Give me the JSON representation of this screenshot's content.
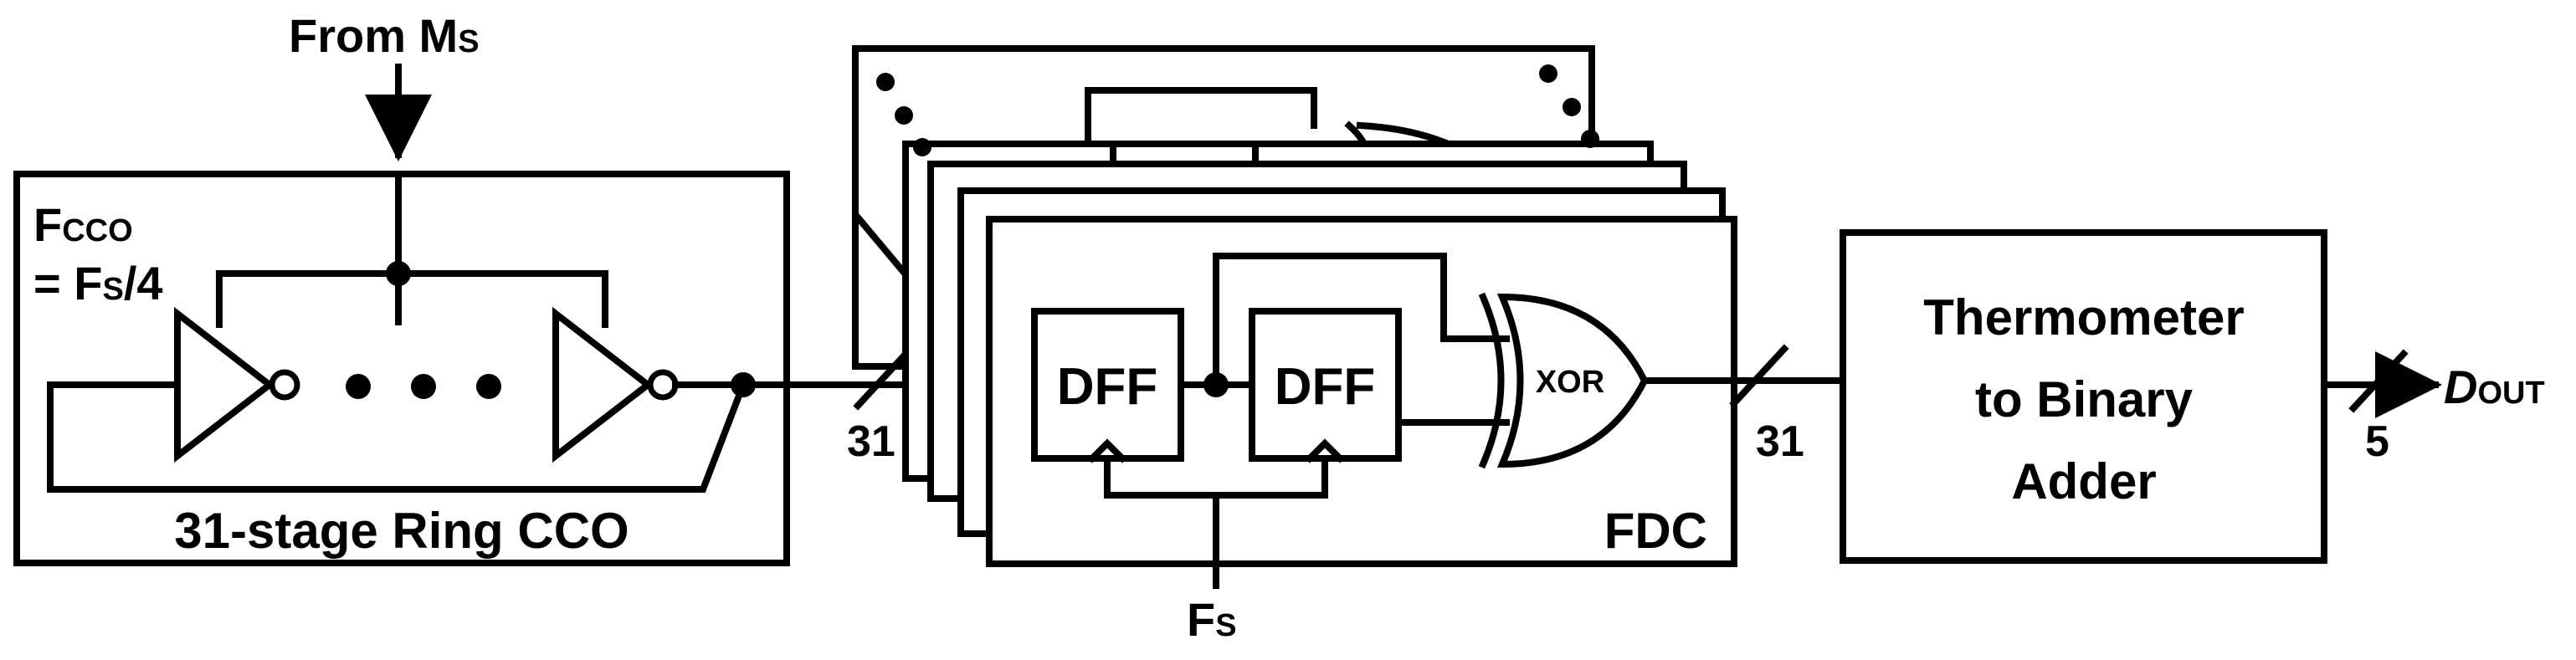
{
  "input": {
    "prefix": "From M",
    "sub": "S"
  },
  "cco": {
    "freq_main": "F",
    "freq_sub": "CCO",
    "eq_prefix": "= F",
    "eq_sub": "S",
    "eq_suffix": "/4",
    "label": "31-stage Ring CCO"
  },
  "fdc": {
    "dff1": "DFF",
    "dff2": "DFF",
    "xor": "XOR",
    "label": "FDC",
    "clock_main": "F",
    "clock_sub": "S"
  },
  "buses": {
    "cco_out": "31",
    "fdc_out": "31",
    "dout": "5"
  },
  "adder": {
    "line1": "Thermometer",
    "line2": "to Binary",
    "line3": "Adder"
  },
  "output": {
    "main": "D",
    "sub": "OUT"
  }
}
